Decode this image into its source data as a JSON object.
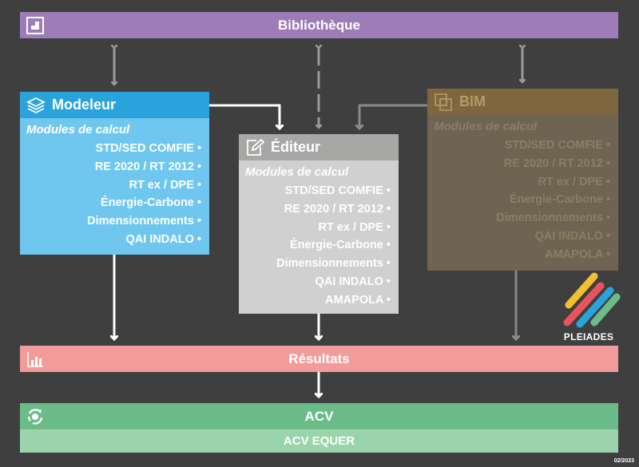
{
  "bibliotheque": {
    "label": "Bibliothèque",
    "icon": "library-grid-icon"
  },
  "modeleur": {
    "title": "Modeleur",
    "icon": "layers-stack-icon",
    "modules_title": "Modules de calcul",
    "modules": [
      "STD/SED COMFIE",
      "RE 2020 / RT 2012",
      "RT ex / DPE",
      "Énergie-Carbone",
      "Dimensionnements",
      "QAI INDALO"
    ]
  },
  "editeur": {
    "title": "Éditeur",
    "icon": "edit-pencil-icon",
    "modules_title": "Modules de calcul",
    "modules": [
      "STD/SED COMFIE",
      "RE 2020 / RT 2012",
      "RT ex / DPE",
      "Énergie-Carbone",
      "Dimensionnements",
      "QAI INDALO",
      "AMAPOLA"
    ]
  },
  "bim": {
    "title": "BIM",
    "icon": "bim-squares-icon",
    "modules_title": "Modules de calcul",
    "modules": [
      "STD/SED COMFIE",
      "RE 2020 / RT 2012",
      "RT ex / DPE",
      "Énergie-Carbone",
      "Dimensionnements",
      "QAI INDALO",
      "AMAPOLA"
    ]
  },
  "resultats": {
    "label": "Résultats",
    "icon": "bar-chart-icon"
  },
  "acv": {
    "label": "ACV",
    "icon": "recycle-globe-icon"
  },
  "acv_equer": {
    "label": "ACV EQUER"
  },
  "logo": {
    "text": "PLEIADES",
    "icon": "pleiades-stripes-logo"
  },
  "footer": {
    "date": "02/2023"
  },
  "colors": {
    "background": "#3f3f3f",
    "bibliotheque": "#9e7cb7",
    "modeleur_header": "#2aa3dc",
    "modeleur_body": "#6fc7f0",
    "editeur_header": "#a7a8a6",
    "editeur_body": "#cfd0cf",
    "bim_header": "#7e673f",
    "bim_body": "#6f6452",
    "resultats": "#f19c9a",
    "acv": "#6cbc8a",
    "acv_equer": "#9bd4ac"
  }
}
